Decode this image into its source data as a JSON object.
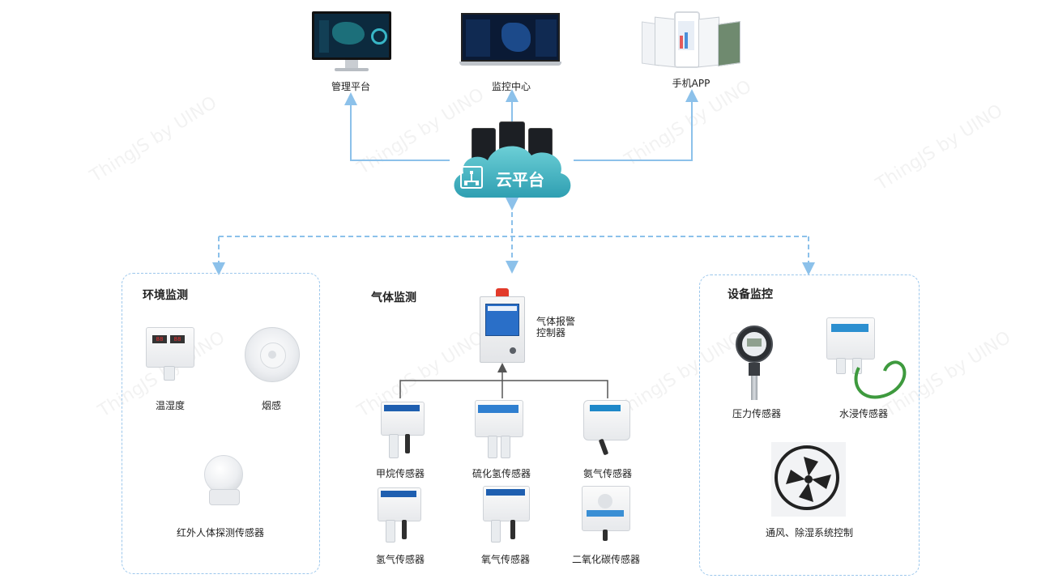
{
  "top": {
    "management_platform": "管理平台",
    "monitoring_center": "监控中心",
    "mobile_app": "手机APP"
  },
  "cloud": {
    "label": "云平台"
  },
  "environment": {
    "title": "环境监测",
    "items": [
      "温湿度",
      "烟感",
      "红外人体探测传感器"
    ]
  },
  "gas": {
    "title": "气体监测",
    "controller_label": "气体报警\n控制器",
    "sensors": [
      "甲烷传感器",
      "硫化氢传感器",
      "氨气传感器",
      "氢气传感器",
      "氧气传感器",
      "二氧化碳传感器"
    ]
  },
  "equipment": {
    "title": "设备监控",
    "items": [
      "压力传感器",
      "水浸传感器",
      "通风、除湿系统控制"
    ]
  },
  "watermark": "ThingJS by UINO",
  "colors": {
    "arrow": "#8cc1ea",
    "cloud": "#4fb8c4",
    "dashed_box": "#9cc7ec"
  }
}
